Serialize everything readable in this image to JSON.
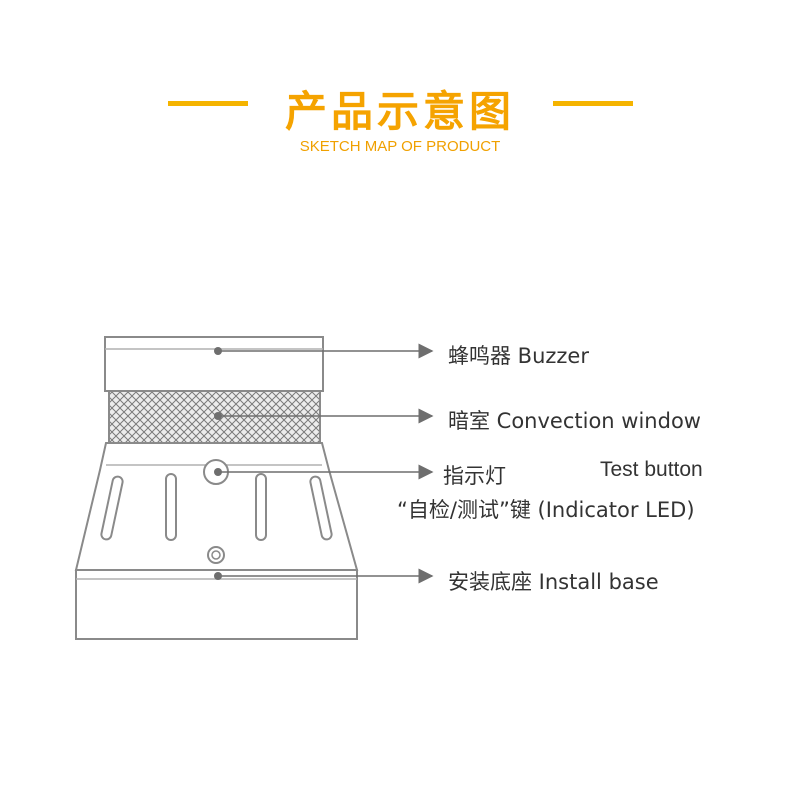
{
  "header": {
    "title": "产品示意图",
    "subtitle": "SKETCH MAP OF PRODUCT",
    "accent_color": "#f5a300"
  },
  "labels": {
    "buzzer": "蜂鸣器 Buzzer",
    "chamber": "暗室 Convection window",
    "indicator_cn": "指示灯",
    "test_button_en": "Test button",
    "test_button_cn": "“自检/测试”键 (Indicator LED)",
    "install_base": "安装底座 Install base"
  }
}
